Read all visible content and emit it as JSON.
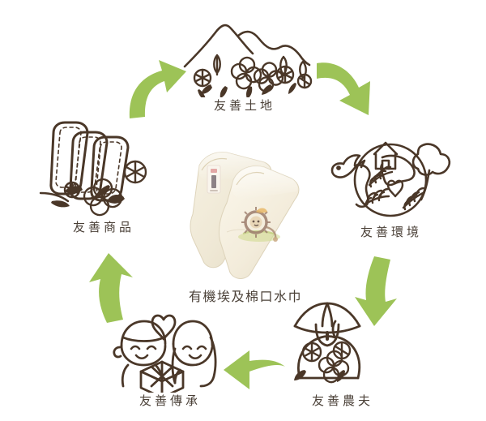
{
  "diagram": {
    "title_caption": "有機埃及棉口水巾",
    "background_color": "#ffffff",
    "line_color": "#4a3728",
    "label_color": "#4b4138",
    "arrow_color": "#9dc357",
    "type": "cycle-diagram",
    "node_count": 5,
    "arrow_count": 5
  },
  "nodes": [
    {
      "id": "land",
      "label": "友善土地",
      "icon": "mountain-cotton-field-icon",
      "position": "top"
    },
    {
      "id": "environment",
      "label": "友善環境",
      "icon": "earth-bird-house-tree-icon",
      "position": "right"
    },
    {
      "id": "farmer",
      "label": "友善農夫",
      "icon": "farmer-with-hat-cotton-icon",
      "position": "bottom-right"
    },
    {
      "id": "heritage",
      "label": "友善傳承",
      "icon": "two-people-gift-heart-icon",
      "position": "bottom-left"
    },
    {
      "id": "product",
      "label": "友善商品",
      "icon": "folded-towels-cotton-flower-icon",
      "position": "left"
    }
  ],
  "center": {
    "image_alt": "folded-cream-towels",
    "caption": "有機埃及棉口水巾",
    "embroidery": "lion-motif",
    "tag": "brand-label-tag"
  },
  "arrows": [
    {
      "id": "product-to-land",
      "direction": "up-right",
      "color": "#9dc357"
    },
    {
      "id": "land-to-environment",
      "direction": "down-right",
      "color": "#9dc357"
    },
    {
      "id": "environment-to-farmer",
      "direction": "down",
      "color": "#9dc357"
    },
    {
      "id": "farmer-to-heritage",
      "direction": "left",
      "color": "#9dc357"
    },
    {
      "id": "heritage-to-product",
      "direction": "up",
      "color": "#9dc357"
    }
  ]
}
